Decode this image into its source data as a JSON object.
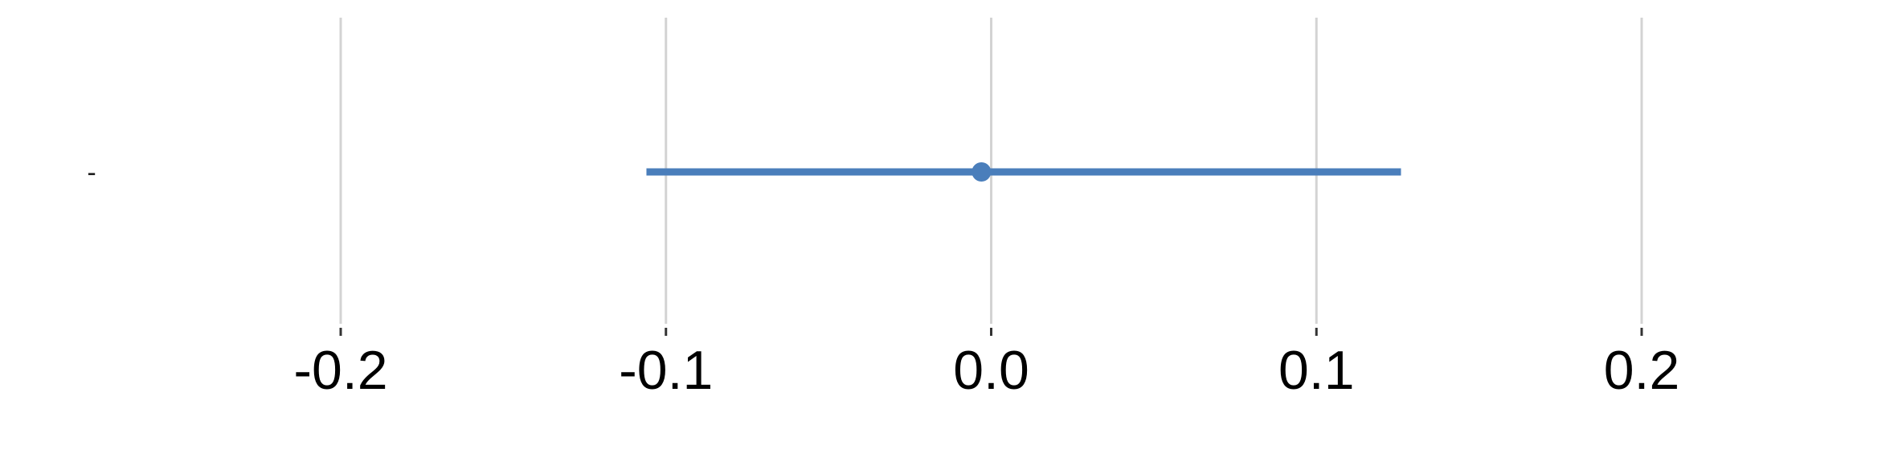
{
  "chart_data": {
    "type": "scatter",
    "subtype": "point-with-interval",
    "title": "",
    "xlabel": "",
    "ylabel": "",
    "xlim": [
      -0.2,
      0.2
    ],
    "x_ticks": [
      -0.2,
      -0.1,
      0.0,
      0.1,
      0.2
    ],
    "x_tick_labels": [
      "-0.2",
      "-0.1",
      "0.0",
      "0.1",
      "0.2"
    ],
    "grid": "vertical",
    "legend": "none",
    "categories": [
      "-"
    ],
    "points": [
      {
        "label": "-",
        "estimate": -0.003,
        "lower": -0.106,
        "upper": 0.126
      }
    ],
    "colors": {
      "series": "#4A7EBB",
      "grid": "#D3D3D3",
      "tick": "#333333",
      "text": "#000000"
    }
  }
}
